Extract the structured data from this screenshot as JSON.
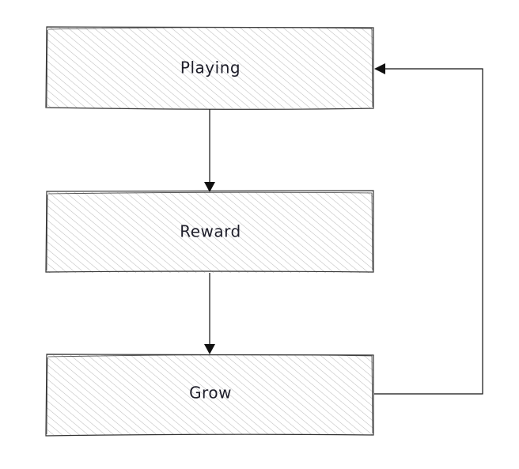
{
  "diagram": {
    "nodes": [
      {
        "id": "playing",
        "label": "Playing"
      },
      {
        "id": "reward",
        "label": "Reward"
      },
      {
        "id": "grow",
        "label": "Grow"
      }
    ],
    "edges": [
      {
        "from": "playing",
        "to": "reward"
      },
      {
        "from": "reward",
        "to": "grow"
      },
      {
        "from": "grow",
        "to": "playing"
      }
    ]
  }
}
